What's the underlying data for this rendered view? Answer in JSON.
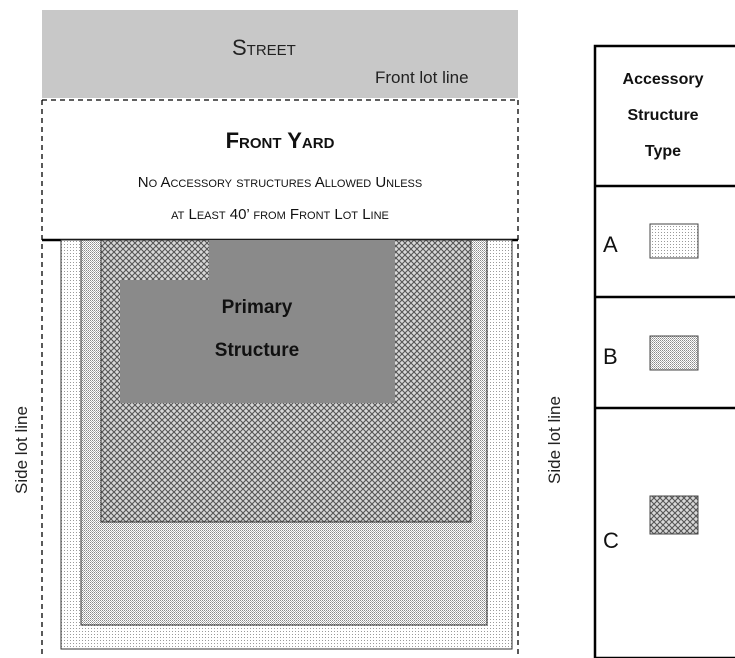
{
  "street": {
    "label": "Street",
    "front_lot_line_label": "Front lot line"
  },
  "front_yard": {
    "title": "Front Yard",
    "note_line1": "No Accessory structures Allowed Unless",
    "note_line2": "at Least 40’ from Front Lot Line"
  },
  "primary_structure": {
    "line1": "Primary",
    "line2": "Structure"
  },
  "side_lot_line_left": "Side lot line",
  "side_lot_line_right": "Side lot line",
  "legend": {
    "header": {
      "line1": "Accessory",
      "line2": "Structure",
      "line3": "Type"
    },
    "rows": [
      {
        "label": "A",
        "pattern": "fine-dots-light"
      },
      {
        "label": "B",
        "pattern": "dots-medium"
      },
      {
        "label": "C",
        "pattern": "crosshatch"
      }
    ]
  },
  "colors": {
    "street": "#c8c8c8",
    "primary_structure": "#8a8a8a",
    "line": "#000000"
  }
}
